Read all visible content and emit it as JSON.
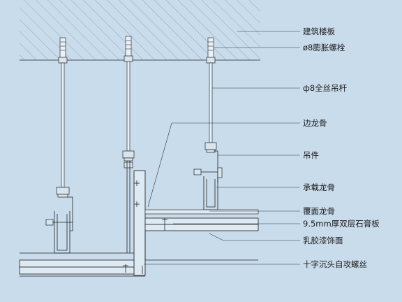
{
  "labels": {
    "floor_slab": "建筑楼板",
    "expansion_bolt": "ø8膨胀螺栓",
    "threaded_rod": "ф8全丝吊杆",
    "edge_keel": "边龙骨",
    "hanger": "吊件",
    "main_keel": "承载龙骨",
    "cover_keel": "覆面龙骨",
    "gypsum_board": "9.5mm厚双层石膏板",
    "latex_paint": "乳胶漆饰面",
    "screw": "十字沉头自攻螺丝"
  },
  "colors": {
    "background": "#c9dcec",
    "line": "#222222",
    "board_fill": "#dde9f3"
  }
}
